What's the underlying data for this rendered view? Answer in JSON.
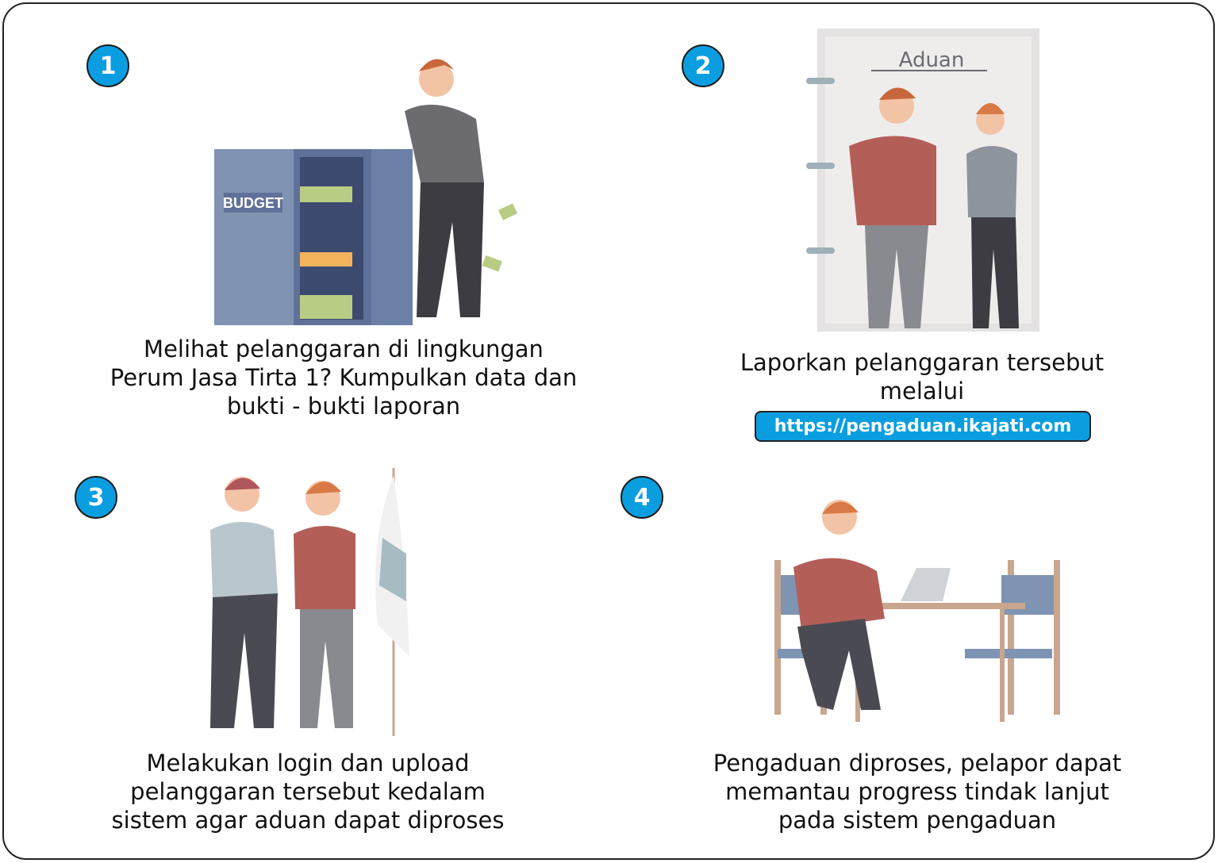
{
  "steps": [
    {
      "number": "1",
      "caption_lines": [
        "Melihat pelanggaran di lingkungan",
        "Perum Jasa Tirta 1? Kumpulkan data dan",
        "bukti - bukti laporan"
      ],
      "illustration_label": "BUDGET"
    },
    {
      "number": "2",
      "caption_lines": [
        "Laporkan pelanggaran tersebut",
        "melalui"
      ],
      "link": "https://pengaduan.ikajati.com",
      "illustration_label": "Aduan"
    },
    {
      "number": "3",
      "caption_lines": [
        "Melakukan login dan upload",
        "pelanggaran tersebut kedalam",
        "sistem agar aduan dapat diproses"
      ]
    },
    {
      "number": "4",
      "caption_lines": [
        "Pengaduan diproses, pelapor dapat",
        "memantau progress tindak lanjut",
        "pada sistem pengaduan"
      ]
    }
  ],
  "colors": {
    "accent": "#0a9ee0",
    "border": "#222222"
  }
}
